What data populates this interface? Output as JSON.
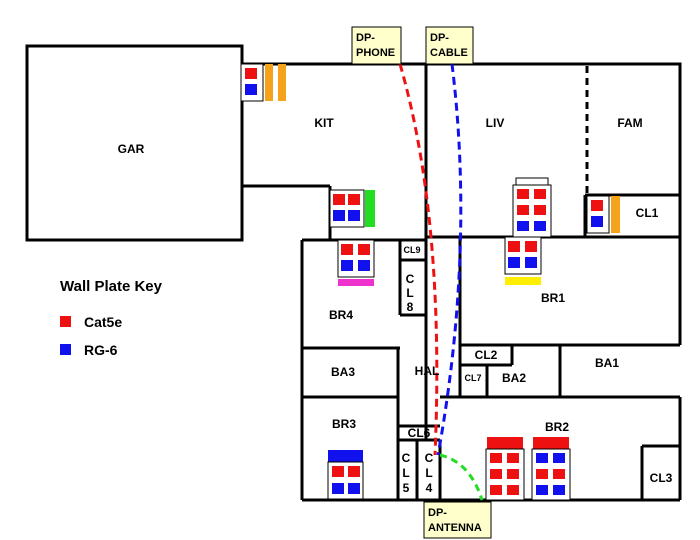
{
  "rooms": {
    "gar": "GAR",
    "kit": "KIT",
    "liv": "LIV",
    "fam": "FAM",
    "cl1": "CL1",
    "br4": "BR4",
    "cl9": "CL9",
    "cl8": [
      "C",
      "L",
      "8"
    ],
    "br1": "BR1",
    "ba3": "BA3",
    "hal": "HAL",
    "cl2": "CL2",
    "cl7": "CL7",
    "ba2": "BA2",
    "ba1": "BA1",
    "br3": "BR3",
    "cl6": "CL6",
    "cl5": [
      "C",
      "L",
      "5"
    ],
    "cl4": [
      "C",
      "L",
      "4"
    ],
    "br2": "BR2",
    "cl3": "CL3"
  },
  "distribution_points": {
    "phone": [
      "DP-",
      "PHONE"
    ],
    "cable": [
      "DP-",
      "CABLE"
    ],
    "antenna": [
      "DP-",
      "ANTENNA"
    ]
  },
  "key": {
    "title": "Wall Plate Key",
    "items": [
      {
        "label": "Cat5e",
        "color": "#ee1111"
      },
      {
        "label": "RG-6",
        "color": "#1111ee"
      }
    ]
  },
  "colors": {
    "cat5e": "#ee1111",
    "rg6": "#1111ee",
    "dp_fill": "#ffffcc",
    "orange": "#f5a31a",
    "green": "#22dd22",
    "magenta": "#ee33cc",
    "yellow": "#ffee00",
    "red_bar": "#ee1111",
    "blue_bar": "#1111ee"
  }
}
